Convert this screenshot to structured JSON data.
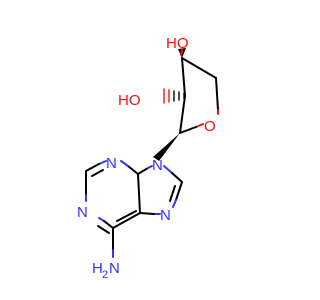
{
  "molecule": {
    "colors": {
      "carbon": "#000000",
      "nitrogen": "#3333ff",
      "oxygen": "#ff0d0d",
      "background": "#ffffff"
    },
    "labels": {
      "hydroxyl_top": "HO",
      "hydroxyl_left": "HO",
      "ring_oxygen": "O",
      "n9": "N",
      "n3": "N",
      "n1": "N",
      "n7": "N",
      "amine_n": "N",
      "amine_h": "H",
      "amine_h_count": "2"
    }
  }
}
